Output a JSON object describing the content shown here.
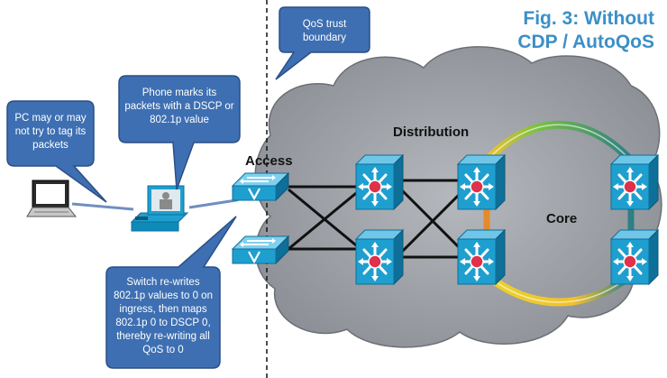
{
  "figure": {
    "title_line1": "Fig. 3: Without",
    "title_line2": "CDP / AutoQoS"
  },
  "callouts": {
    "trust_boundary": {
      "line1": "QoS trust",
      "line2": "boundary"
    },
    "pc": {
      "line1": "PC may or may",
      "line2": "not try to tag its",
      "line3": "packets"
    },
    "phone": {
      "line1": "Phone marks its",
      "line2": "packets with a DSCP or",
      "line3": "802.1p value"
    },
    "switch": {
      "line1": "Switch re-writes",
      "line2": "802.1p values to 0 on",
      "line3": "ingress, then maps",
      "line4": "802.1p 0 to DSCP 0,",
      "line5": "thereby re-writing all",
      "line6": "QoS to 0"
    }
  },
  "labels": {
    "access": "Access",
    "distribution": "Distribution",
    "core": "Core"
  },
  "colors": {
    "callout_fill": "#3d6fb2",
    "callout_border": "#2b4f86",
    "title": "#3c8fc7",
    "cloud": "#8f9399",
    "device_body": "#1e9fcf",
    "device_dark": "#0e6f98",
    "core_ring_green": "#7ac143",
    "core_ring_yellow": "#f2c12e",
    "core_ring_teal": "#2e7f86"
  },
  "icons": {
    "pc": "laptop-icon",
    "phone": "ip-phone-icon",
    "access_switch": "access-switch-icon",
    "multilayer_switch": "multilayer-switch-icon"
  }
}
